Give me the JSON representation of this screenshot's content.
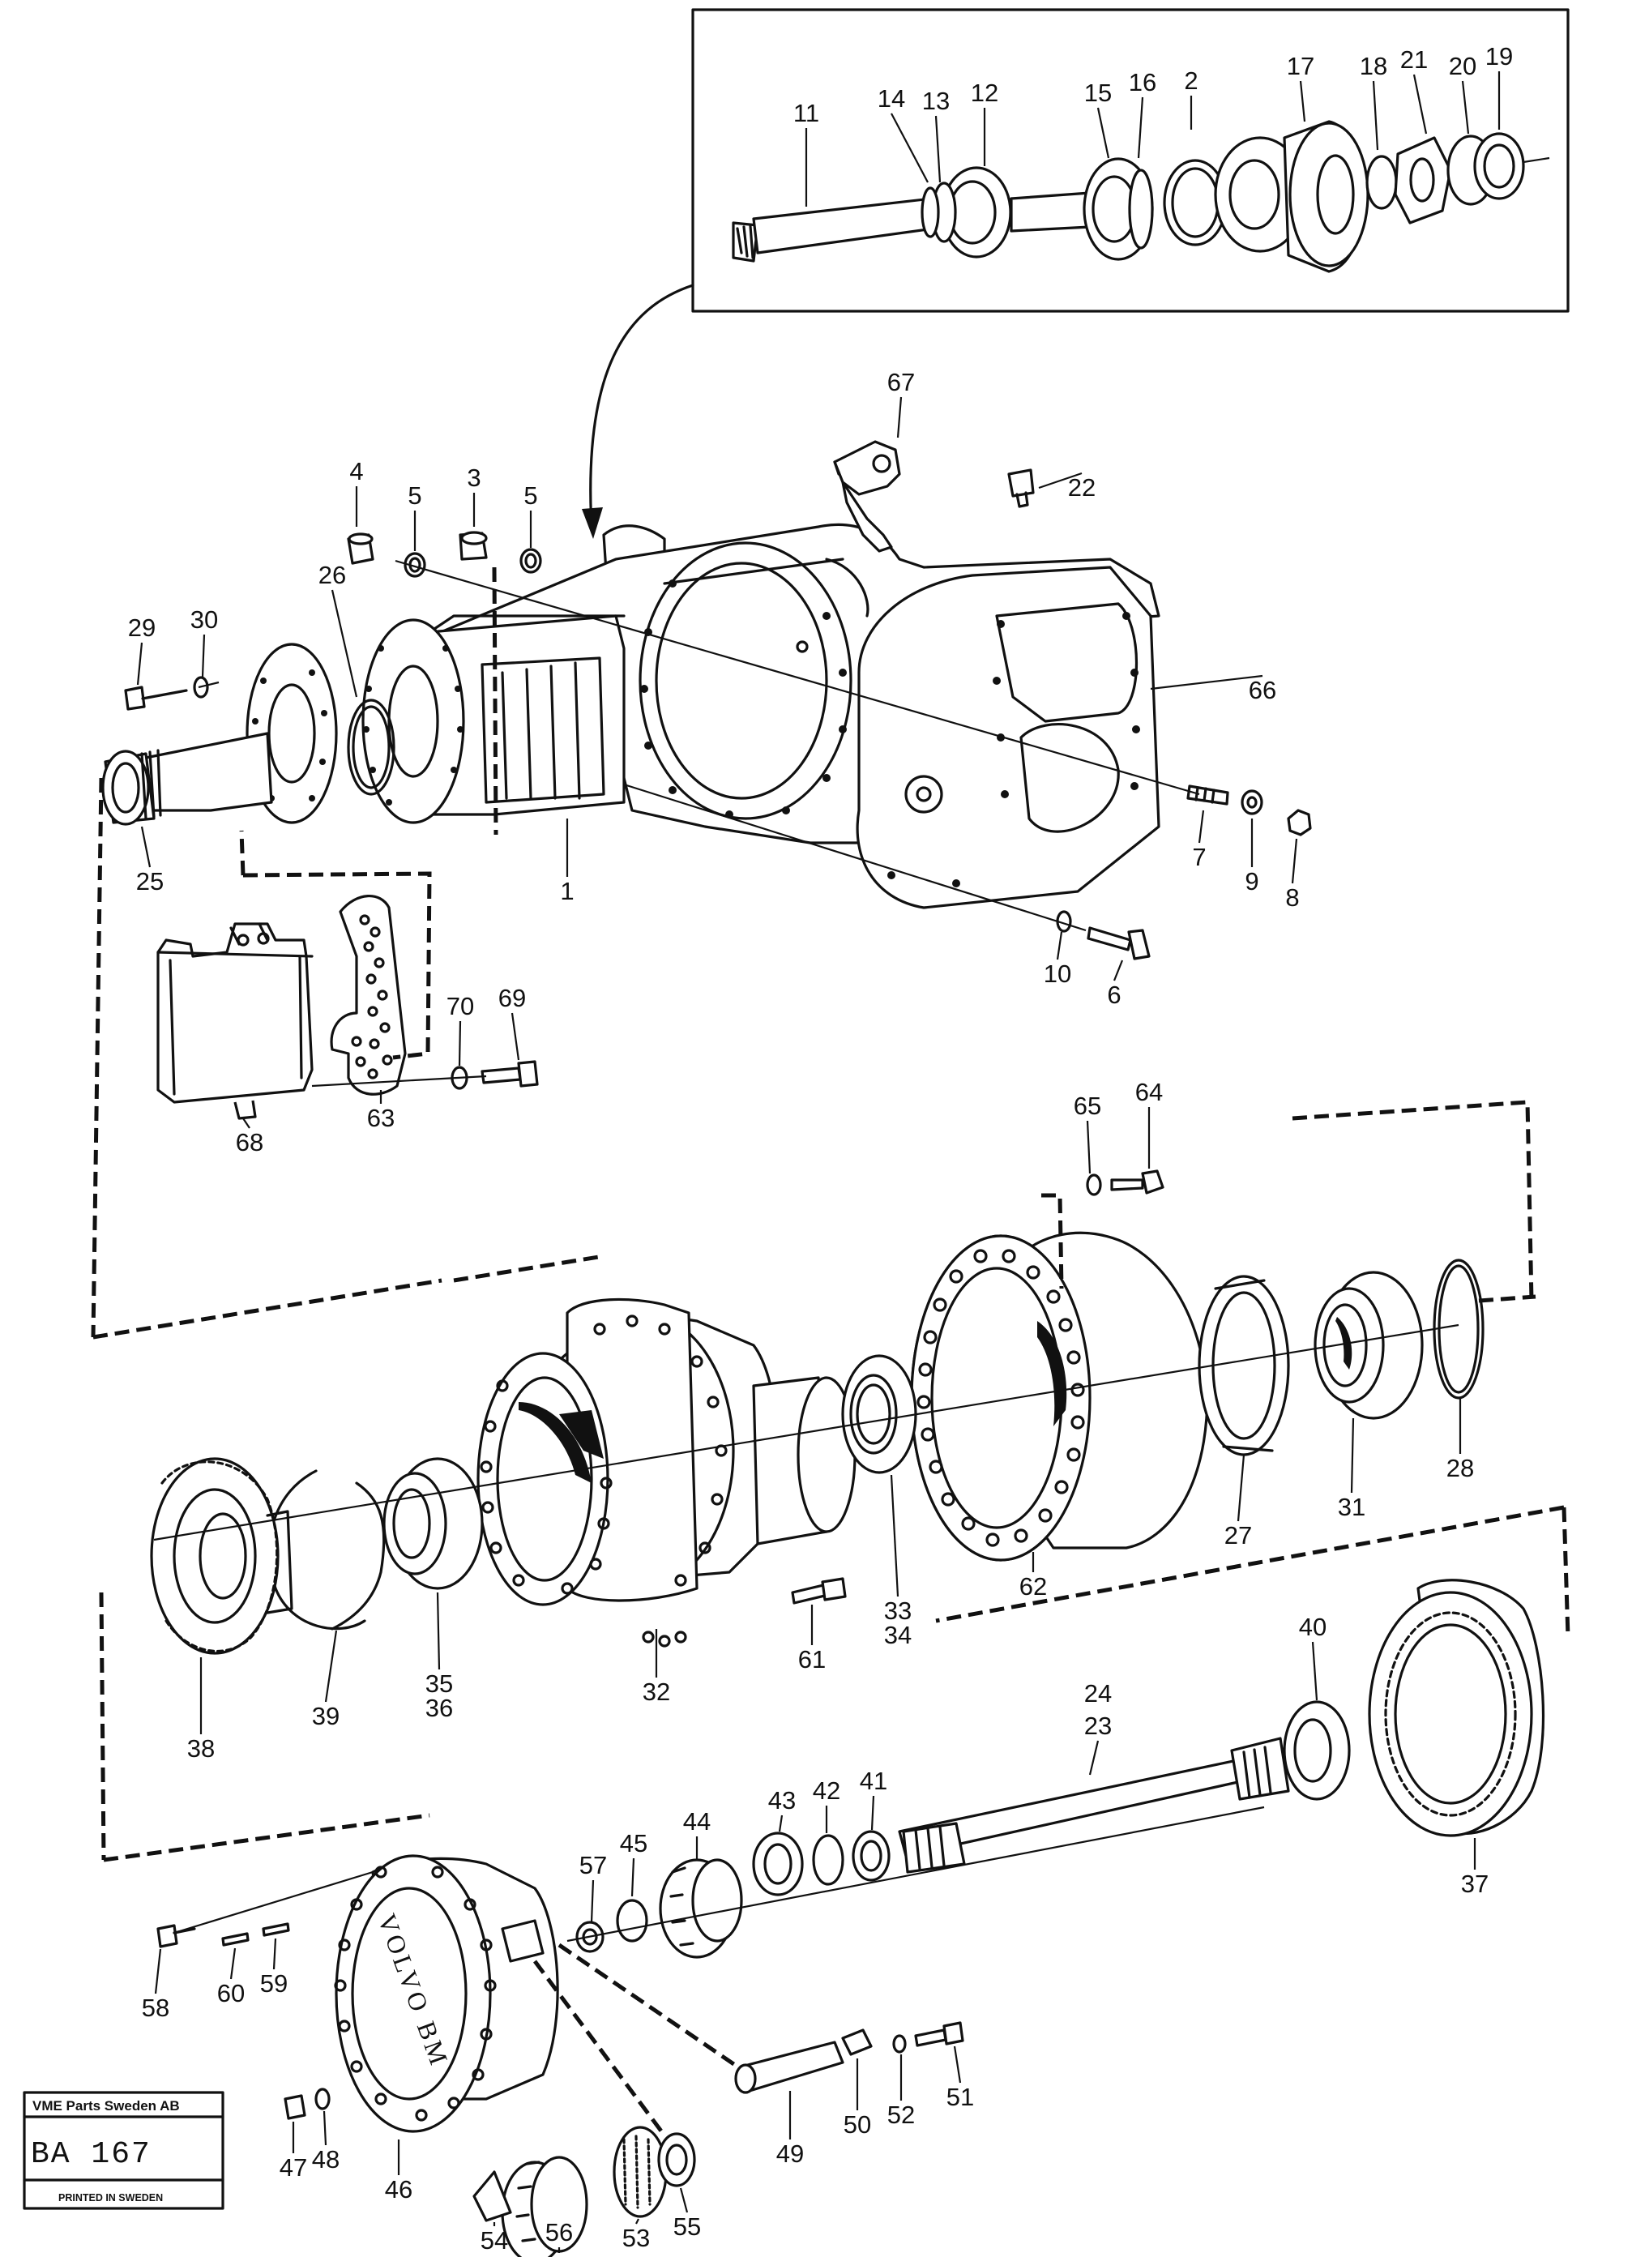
{
  "title_block": {
    "company": "VME Parts Sweden AB",
    "code": "BA  167",
    "footer": "PRINTED IN SWEDEN"
  },
  "part_labels": [
    "1",
    "2",
    "3",
    "4",
    "5",
    "5",
    "6",
    "7",
    "8",
    "9",
    "10",
    "11",
    "12",
    "13",
    "14",
    "15",
    "16",
    "17",
    "18",
    "19",
    "20",
    "21",
    "22",
    "23",
    "24",
    "25",
    "26",
    "27",
    "28",
    "29",
    "30",
    "31",
    "32",
    "33",
    "34",
    "35",
    "36",
    "37",
    "38",
    "39",
    "40",
    "41",
    "42",
    "43",
    "44",
    "45",
    "46",
    "47",
    "48",
    "49",
    "50",
    "51",
    "52",
    "53",
    "54",
    "55",
    "56",
    "57",
    "58",
    "59",
    "60",
    "61",
    "62",
    "63",
    "64",
    "65",
    "66",
    "67",
    "68",
    "69",
    "70"
  ],
  "cover_text": "VOLVO BM"
}
